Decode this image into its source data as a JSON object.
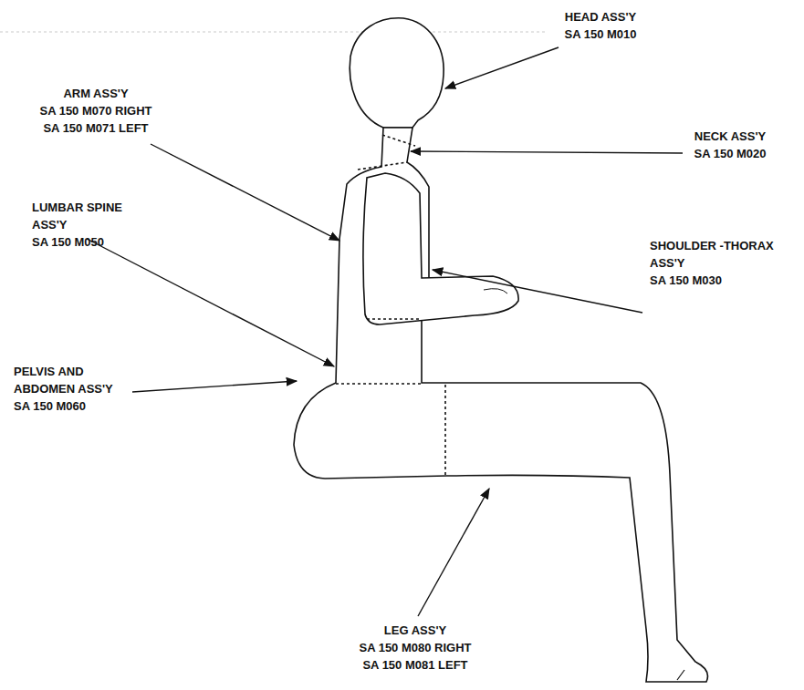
{
  "diagram": {
    "labels": [
      "HEAD ASS'Y",
      "SA 150 M010",
      "ARM ASS'Y",
      "SA 150 M070 RIGHT",
      "SA 150 M071 LEFT",
      "NECK ASS'Y",
      "SA 150 M020",
      "LUMBAR SPINE ASS'Y",
      "SA 150 M050",
      "SHOULDER -THORAX ASS'Y",
      "SA 150 M030",
      "PELVIS AND ABDOMEN ASS'Y",
      "SA 150 M060",
      "LEG ASS'Y",
      "SA 150 M080 RIGHT",
      "SA 150 M081 LEFT"
    ]
  }
}
